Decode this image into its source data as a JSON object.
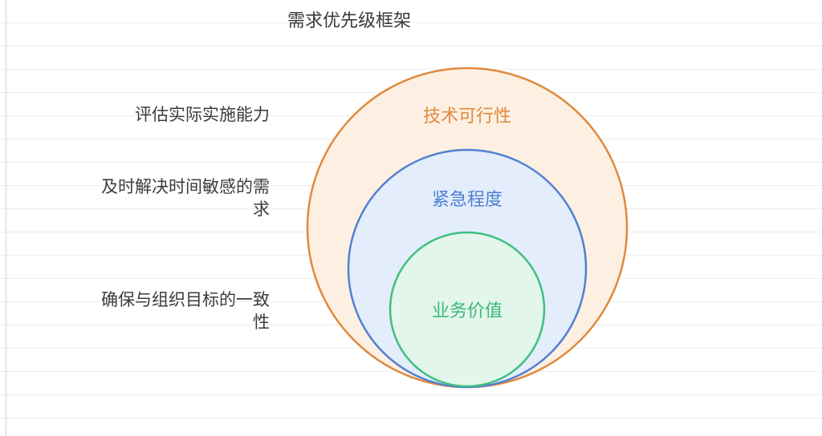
{
  "title": "需求优先级框架",
  "layers": [
    {
      "label": "技术可行性",
      "description": "评估实际实施能力",
      "stroke": "#e08a3c",
      "fill": "#fdf0e3",
      "text": "#e08a3c"
    },
    {
      "label": "紧急程度",
      "description": "及时解决时间敏感的需求",
      "stroke": "#5280d1",
      "fill": "#e3edfb",
      "text": "#4f7fd3"
    },
    {
      "label": "业务价值",
      "description": "确保与组织目标的一致性",
      "stroke": "#3fbf7f",
      "fill": "#e3f6ec",
      "text": "#3cb878"
    }
  ]
}
